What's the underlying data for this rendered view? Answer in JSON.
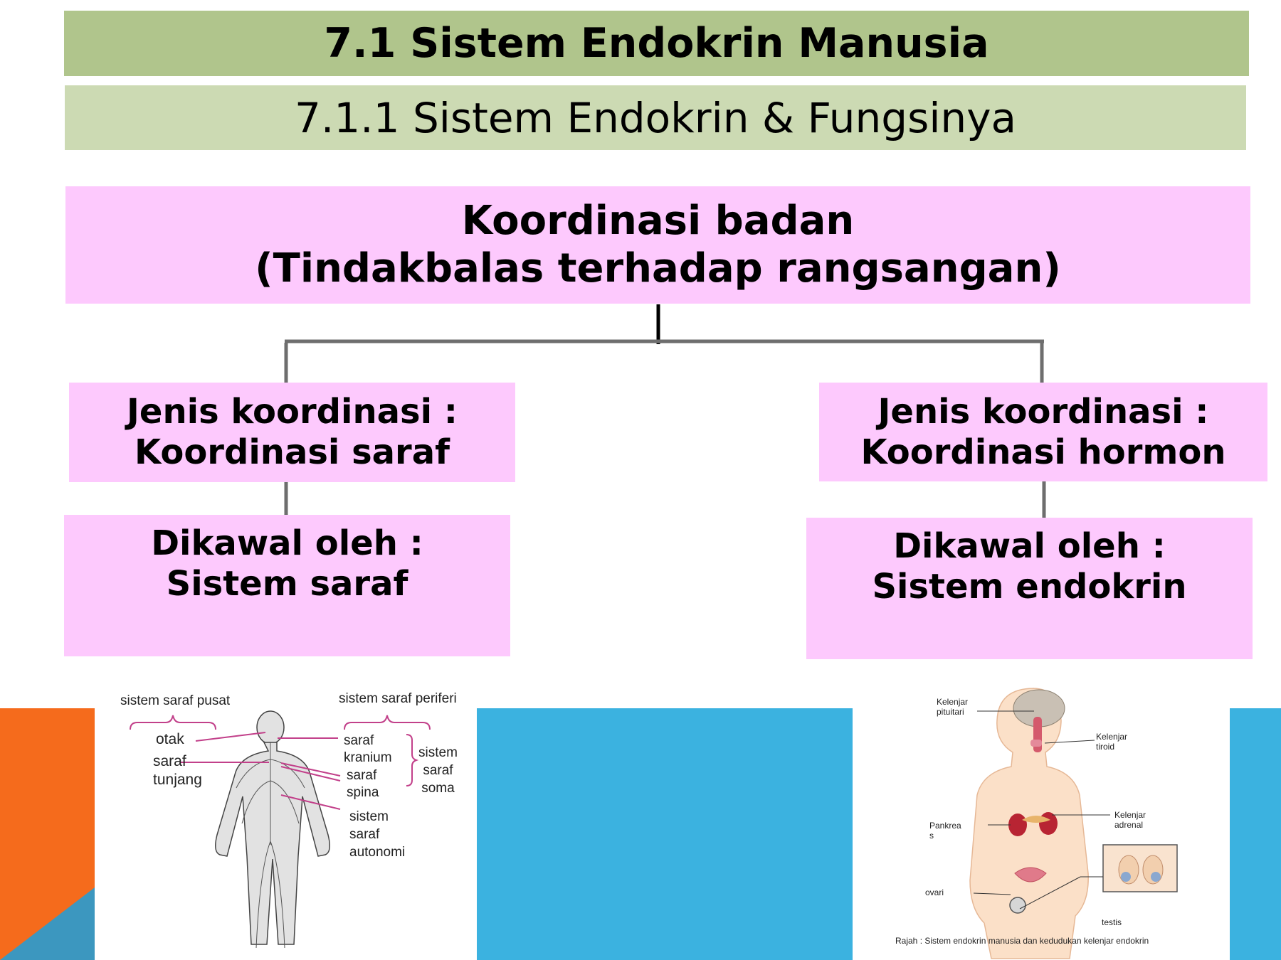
{
  "header": {
    "title": "7.1 Sistem Endokrin Manusia",
    "subtitle": "7.1.1 Sistem Endokrin & Fungsinya"
  },
  "tree": {
    "root": {
      "line1": "Koordinasi badan",
      "line2": "(Tindakbalas terhadap rangsangan)"
    },
    "left": {
      "type_line1": "Jenis koordinasi :",
      "type_line2": "Koordinasi saraf",
      "control_line1": "Dikawal oleh :",
      "control_line2": "Sistem saraf"
    },
    "right": {
      "type_line1": "Jenis koordinasi :",
      "type_line2": "Koordinasi hormon",
      "control_line1": "Dikawal oleh :",
      "control_line2": "Sistem endokrin"
    }
  },
  "nervous_diagram": {
    "central_label": "sistem saraf pusat",
    "peripheral_label": "sistem saraf periferi",
    "brain": "otak",
    "spinal_cord": [
      "saraf",
      "tunjang"
    ],
    "cranial_nerve": [
      "saraf",
      "kranium"
    ],
    "spinal_nerve": [
      "saraf",
      "spina"
    ],
    "somatic": [
      "sistem",
      "saraf",
      "soma"
    ],
    "autonomic": [
      "sistem",
      "saraf",
      "autonomi"
    ]
  },
  "endocrine_diagram": {
    "pituitary": [
      "Kelenjar",
      "pituitari"
    ],
    "thyroid": [
      "Kelenjar",
      "tiroid"
    ],
    "pancreas": [
      "Pankrea",
      "s"
    ],
    "adrenal": [
      "Kelenjar",
      "adrenal"
    ],
    "ovary": "ovari",
    "testis": "testis",
    "caption": "Rajah : Sistem endokrin manusia dan kedudukan kelenjar endokrin"
  },
  "colors": {
    "title_bar": "#b0c58c",
    "subtitle_bar": "#ccdab3",
    "box_fill": "#fdc9fd",
    "accent_orange": "#f56b1c",
    "accent_blue": "#3bb2e0"
  }
}
